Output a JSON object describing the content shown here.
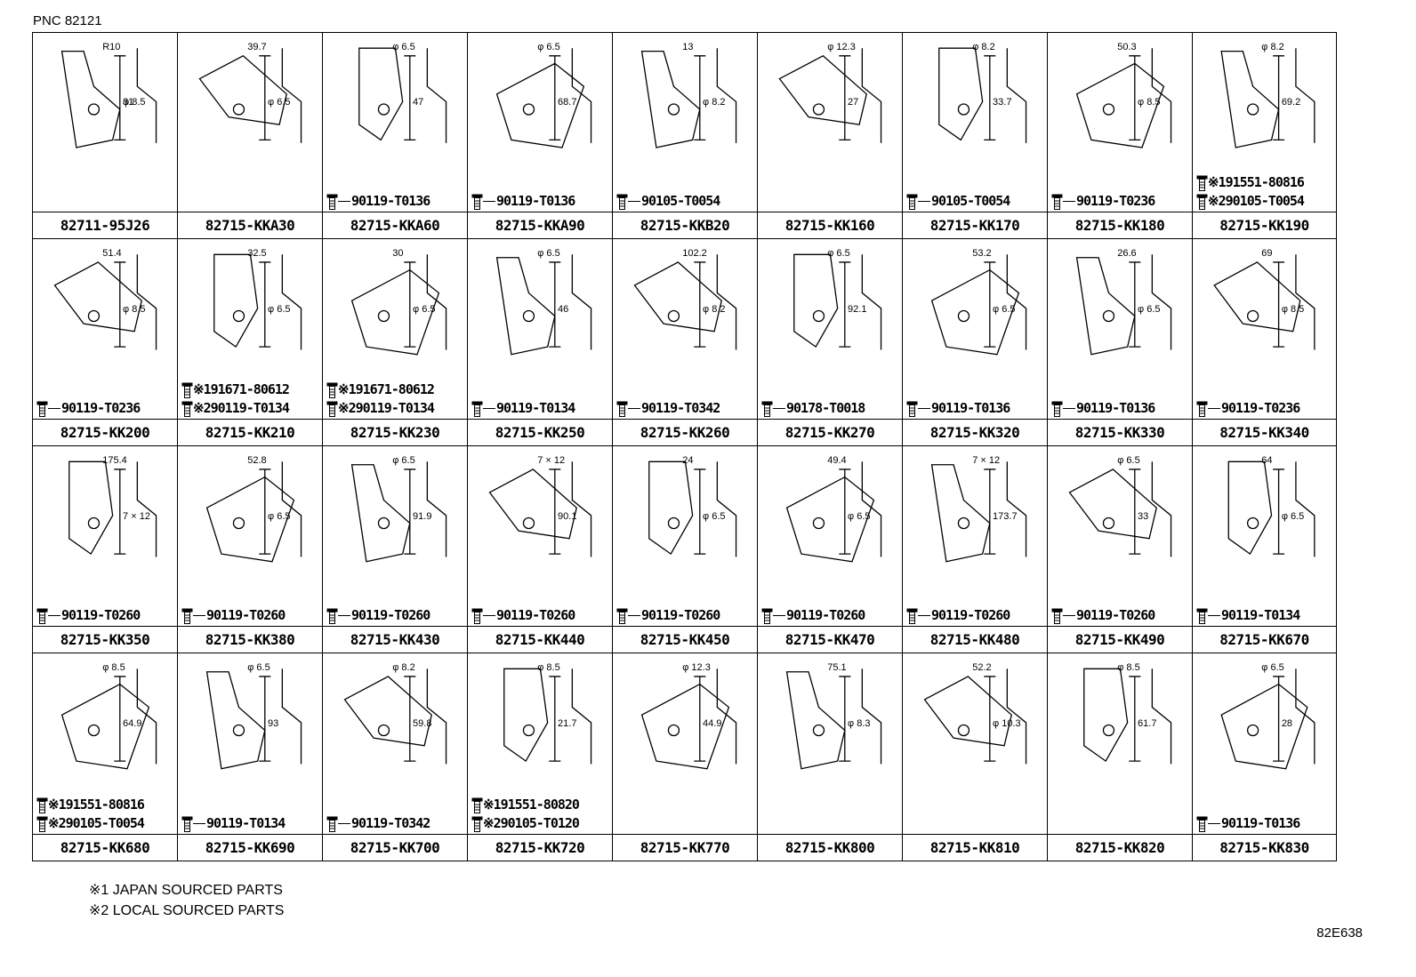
{
  "pnc": "PNC 82121",
  "reference": "82E638",
  "notes": [
    "※1 JAPAN SOURCED PARTS",
    "※2 LOCAL SOURCED PARTS"
  ],
  "cells": [
    {
      "part": "82711-95J26",
      "bolts": [],
      "dims": [
        "R10",
        "φ 8.5",
        "31"
      ]
    },
    {
      "part": "82715-KKA30",
      "bolts": [],
      "dims": [
        "39.7",
        "φ 6.5"
      ]
    },
    {
      "part": "82715-KKA60",
      "bolts": [
        "90119-T0136"
      ],
      "dims": [
        "φ 6.5",
        "47"
      ]
    },
    {
      "part": "82715-KKA90",
      "bolts": [
        "90119-T0136"
      ],
      "dims": [
        "φ 6.5",
        "68.7"
      ]
    },
    {
      "part": "82715-KKB20",
      "bolts": [
        "90105-T0054"
      ],
      "dims": [
        "13",
        "φ 8.2"
      ]
    },
    {
      "part": "82715-KK160",
      "bolts": [],
      "dims": [
        "φ 12.3",
        "27"
      ]
    },
    {
      "part": "82715-KK170",
      "bolts": [
        "90105-T0054"
      ],
      "dims": [
        "φ 8.2",
        "33.7"
      ]
    },
    {
      "part": "82715-KK180",
      "bolts": [
        "90119-T0236"
      ],
      "dims": [
        "50.3",
        "φ 8.5"
      ]
    },
    {
      "part": "82715-KK190",
      "bolts": [
        "※191551-80816",
        "※290105-T0054"
      ],
      "dims": [
        "φ 8.2",
        "69.2"
      ]
    },
    {
      "part": "82715-KK200",
      "bolts": [
        "90119-T0236"
      ],
      "dims": [
        "51.4",
        "φ 8.5"
      ]
    },
    {
      "part": "82715-KK210",
      "bolts": [
        "※191671-80612",
        "※290119-T0134"
      ],
      "dims": [
        "32.5",
        "φ 6.5"
      ]
    },
    {
      "part": "82715-KK230",
      "bolts": [
        "※191671-80612",
        "※290119-T0134"
      ],
      "dims": [
        "30",
        "φ 6.5"
      ]
    },
    {
      "part": "82715-KK250",
      "bolts": [
        "90119-T0134"
      ],
      "dims": [
        "φ 6.5",
        "46"
      ]
    },
    {
      "part": "82715-KK260",
      "bolts": [
        "90119-T0342"
      ],
      "dims": [
        "102.2",
        "φ 8.2"
      ]
    },
    {
      "part": "82715-KK270",
      "bolts": [
        "90178-T0018"
      ],
      "dims": [
        "φ 6.5",
        "92.1"
      ]
    },
    {
      "part": "82715-KK320",
      "bolts": [
        "90119-T0136"
      ],
      "dims": [
        "53.2",
        "φ 6.5"
      ]
    },
    {
      "part": "82715-KK330",
      "bolts": [
        "90119-T0136"
      ],
      "dims": [
        "26.6",
        "φ 6.5"
      ]
    },
    {
      "part": "82715-KK340",
      "bolts": [
        "90119-T0236"
      ],
      "dims": [
        "69",
        "φ 8.5"
      ]
    },
    {
      "part": "82715-KK350",
      "bolts": [
        "90119-T0260"
      ],
      "dims": [
        "175.4",
        "7 × 12"
      ]
    },
    {
      "part": "82715-KK380",
      "bolts": [
        "90119-T0260"
      ],
      "dims": [
        "52.8",
        "φ 6.5"
      ]
    },
    {
      "part": "82715-KK430",
      "bolts": [
        "90119-T0260"
      ],
      "dims": [
        "φ 6.5",
        "91.9"
      ]
    },
    {
      "part": "82715-KK440",
      "bolts": [
        "90119-T0260"
      ],
      "dims": [
        "7 × 12",
        "90.1"
      ]
    },
    {
      "part": "82715-KK450",
      "bolts": [
        "90119-T0260"
      ],
      "dims": [
        "24",
        "φ 6.5"
      ]
    },
    {
      "part": "82715-KK470",
      "bolts": [
        "90119-T0260"
      ],
      "dims": [
        "49.4",
        "φ 6.5"
      ]
    },
    {
      "part": "82715-KK480",
      "bolts": [
        "90119-T0260"
      ],
      "dims": [
        "7 × 12",
        "173.7"
      ]
    },
    {
      "part": "82715-KK490",
      "bolts": [
        "90119-T0260"
      ],
      "dims": [
        "φ 6.5",
        "33"
      ]
    },
    {
      "part": "82715-KK670",
      "bolts": [
        "90119-T0134"
      ],
      "dims": [
        "64",
        "φ 6.5"
      ]
    },
    {
      "part": "82715-KK680",
      "bolts": [
        "※191551-80816",
        "※290105-T0054"
      ],
      "dims": [
        "φ 8.5",
        "64.9"
      ]
    },
    {
      "part": "82715-KK690",
      "bolts": [
        "90119-T0134"
      ],
      "dims": [
        "φ 6.5",
        "93"
      ]
    },
    {
      "part": "82715-KK700",
      "bolts": [
        "90119-T0342"
      ],
      "dims": [
        "φ 8.2",
        "59.8"
      ]
    },
    {
      "part": "82715-KK720",
      "bolts": [
        "※191551-80820",
        "※290105-T0120"
      ],
      "dims": [
        "φ 8.5",
        "21.7"
      ]
    },
    {
      "part": "82715-KK770",
      "bolts": [],
      "dims": [
        "φ 12.3",
        "44.9"
      ]
    },
    {
      "part": "82715-KK800",
      "bolts": [],
      "dims": [
        "75.1",
        "φ 8.3"
      ]
    },
    {
      "part": "82715-KK810",
      "bolts": [],
      "dims": [
        "52.2",
        "φ 10.3"
      ]
    },
    {
      "part": "82715-KK820",
      "bolts": [],
      "dims": [
        "φ 8.5",
        "61.7"
      ]
    },
    {
      "part": "82715-KK830",
      "bolts": [
        "90119-T0136"
      ],
      "dims": [
        "φ 6.5",
        "28"
      ]
    }
  ]
}
